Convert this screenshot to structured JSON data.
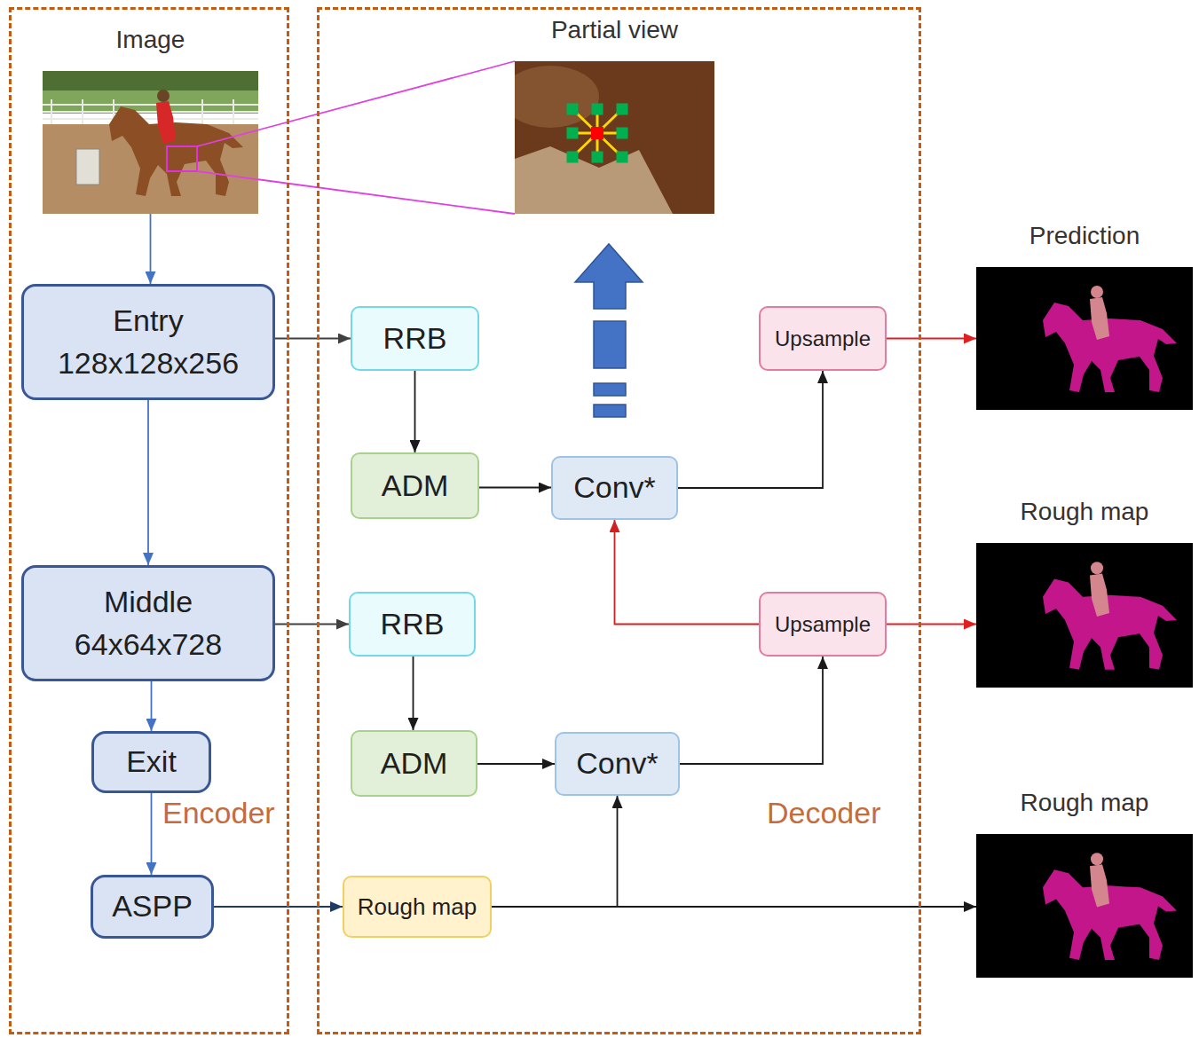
{
  "diagram": {
    "nodes": [
      {
        "text": [
          "Encoder"
        ]
      },
      {
        "text": [
          "Decoder"
        ]
      },
      {
        "text": [
          "Image"
        ],
        "in": 0
      },
      {
        "text": [
          "Entry 128x128x256"
        ],
        "in": 0
      },
      {
        "text": [
          "Middle 64x64x728"
        ],
        "in": 0
      },
      {
        "text": [
          "Exit"
        ],
        "in": 0
      },
      {
        "text": [
          "ASPP"
        ],
        "in": 0
      },
      {
        "text": [
          "Partial view"
        ],
        "in": 1
      },
      {
        "text": [
          "RRB"
        ],
        "in": 1
      },
      {
        "text": [
          "ADM"
        ],
        "in": 1
      },
      {
        "text": [
          "Conv*"
        ],
        "in": 1
      },
      {
        "text": [
          "Upsample"
        ],
        "in": 1
      },
      {
        "text": [
          "RRB"
        ],
        "in": 1
      },
      {
        "text": [
          "ADM"
        ],
        "in": 1
      },
      {
        "text": [
          "Conv*"
        ],
        "in": 1
      },
      {
        "text": [
          "Upsample"
        ],
        "in": 1
      },
      {
        "text": [
          "Rough map"
        ],
        "in": 1
      },
      {
        "text": [
          "Prediction"
        ]
      },
      {
        "text": [
          "Rough map"
        ]
      },
      {
        "text": [
          "Rough map"
        ]
      }
    ],
    "edges": [
      {
        "from": 2,
        "to": 3,
        "arrow": "to"
      },
      {
        "from": 3,
        "to": 4,
        "arrow": "to"
      },
      {
        "from": 4,
        "to": 5,
        "arrow": "to"
      },
      {
        "from": 5,
        "to": 6,
        "arrow": "to"
      },
      {
        "from": 3,
        "to": 8,
        "arrow": "to"
      },
      {
        "from": 8,
        "to": 9,
        "arrow": "to"
      },
      {
        "from": 9,
        "to": 10,
        "arrow": "to"
      },
      {
        "from": 10,
        "to": 11,
        "arrow": "to"
      },
      {
        "from": 11,
        "to": 17,
        "arrow": "to"
      },
      {
        "from": 4,
        "to": 12,
        "arrow": "to"
      },
      {
        "from": 12,
        "to": 13,
        "arrow": "to"
      },
      {
        "from": 13,
        "to": 14,
        "arrow": "to"
      },
      {
        "from": 14,
        "to": 15,
        "arrow": "to"
      },
      {
        "from": 15,
        "to": 10,
        "arrow": "to"
      },
      {
        "from": 15,
        "to": 18,
        "arrow": "to"
      },
      {
        "from": 6,
        "to": 16,
        "arrow": "to"
      },
      {
        "from": 16,
        "to": 14,
        "arrow": "to"
      },
      {
        "from": 16,
        "to": 19,
        "arrow": "to"
      },
      {
        "from": 2,
        "to": 7,
        "arrow": "none"
      }
    ]
  }
}
